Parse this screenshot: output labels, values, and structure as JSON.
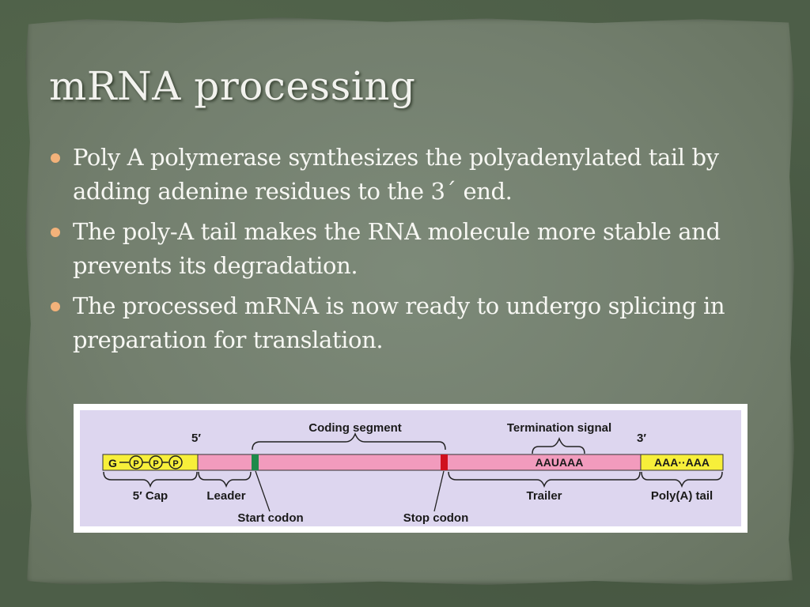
{
  "slide": {
    "title": "mRNA processing",
    "bullets": [
      "Poly A polymerase synthesizes the polyadenylated tail by adding adenine residues to the 3´ end.",
      "The poly-A tail makes the RNA molecule more stable and prevents its degradation.",
      "The processed mRNA is now ready to undergo splicing in preparation for translation."
    ]
  },
  "colors": {
    "background": "#4d5e48",
    "panel": "#7a8676",
    "bullet": "#f3b27a",
    "diagram_bg": "#ddd6ef",
    "cap_yellow": "#f7ef3a",
    "mrna_pink": "#f29bbd",
    "start_codon": "#1e8a4a",
    "stop_codon": "#d0101e"
  },
  "diagram": {
    "five_prime": "5′",
    "three_prime": "3′",
    "coding_segment": "Coding segment",
    "termination_signal": "Termination signal",
    "cap_g": "G",
    "cap_p1": "P",
    "cap_p2": "P",
    "cap_p3": "P",
    "signal_seq": "AAUAAA",
    "poly_a_seq": "AAA··AAA",
    "cap_label": "5′ Cap",
    "leader_label": "Leader",
    "trailer_label": "Trailer",
    "poly_a_label": "Poly(A) tail",
    "start_codon": "Start codon",
    "stop_codon": "Stop codon"
  }
}
